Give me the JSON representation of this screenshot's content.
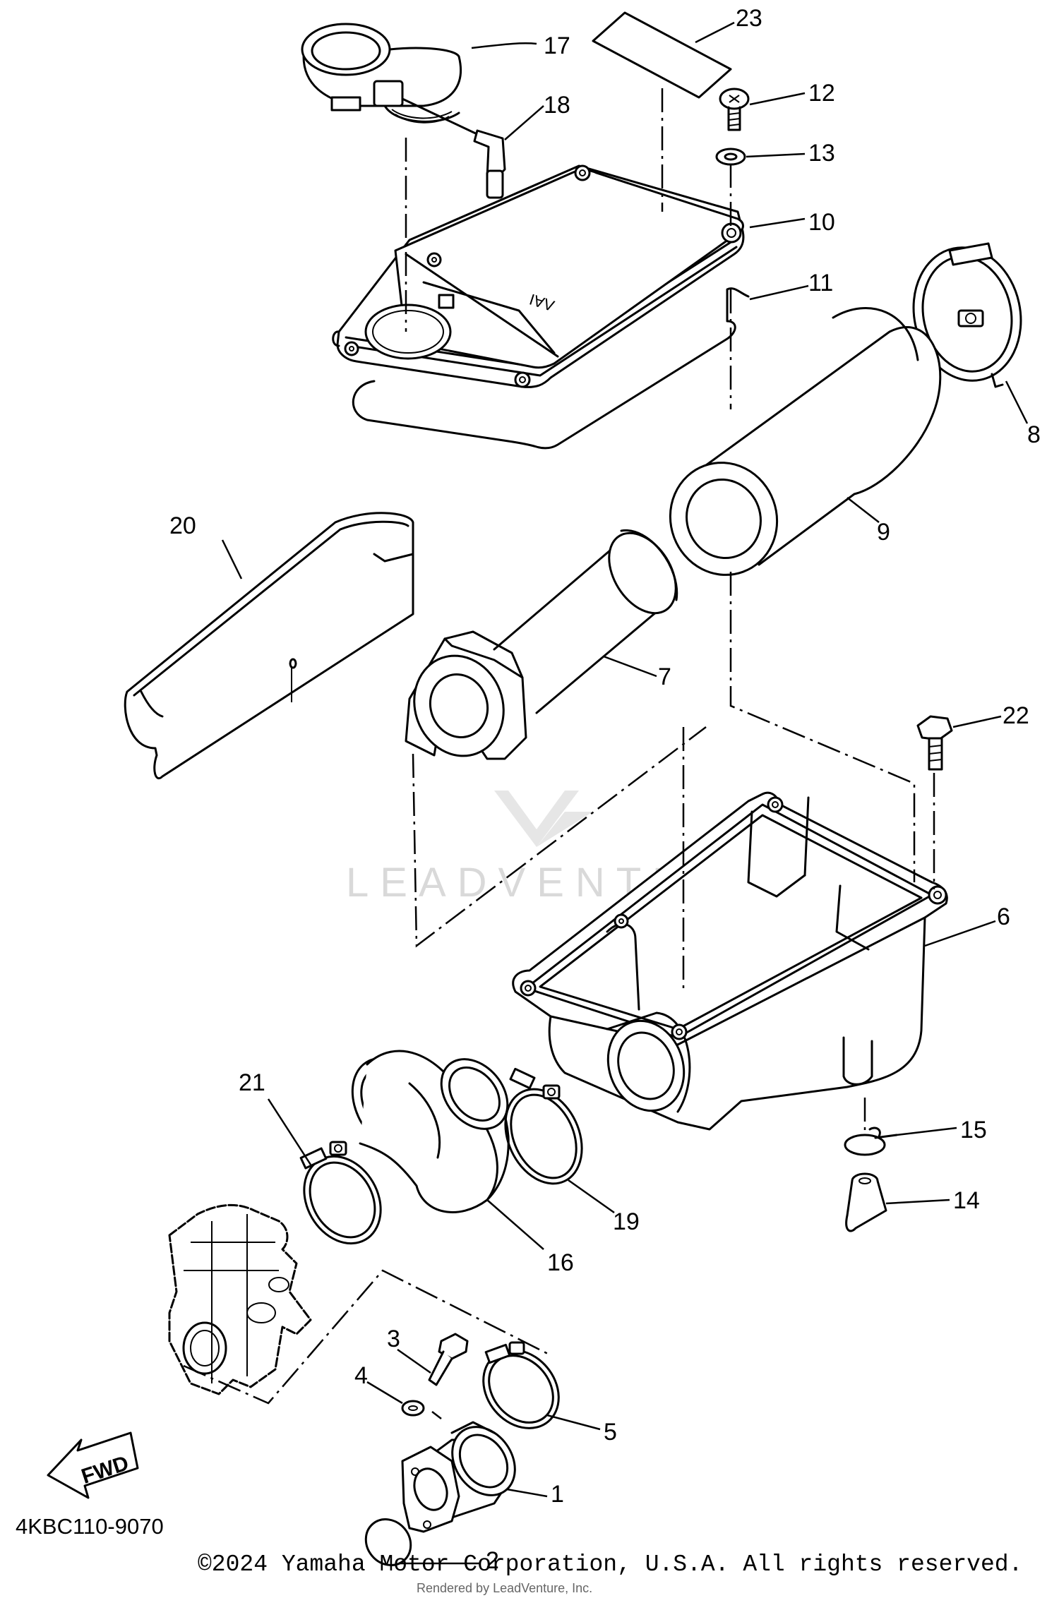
{
  "diagram": {
    "drawing_code": "4KBC110-9070",
    "copyright": "©2024 Yamaha Motor Corporation, U.S.A. All rights reserved.",
    "rendered_by": "Rendered by LeadVenture, Inc.",
    "watermark": "LEADVENTURE",
    "fwd_label": "FWD",
    "cover_marking": "ɅAI",
    "callouts": {
      "c1": "1",
      "c2": "2",
      "c3": "3",
      "c4": "4",
      "c5": "5",
      "c6": "6",
      "c7": "7",
      "c8": "8",
      "c9": "9",
      "c10": "10",
      "c11": "11",
      "c12": "12",
      "c13": "13",
      "c14": "14",
      "c15": "15",
      "c16": "16",
      "c17": "17",
      "c18": "18",
      "c19": "19",
      "c20": "20",
      "c21": "21",
      "c22": "22",
      "c23": "23"
    }
  }
}
